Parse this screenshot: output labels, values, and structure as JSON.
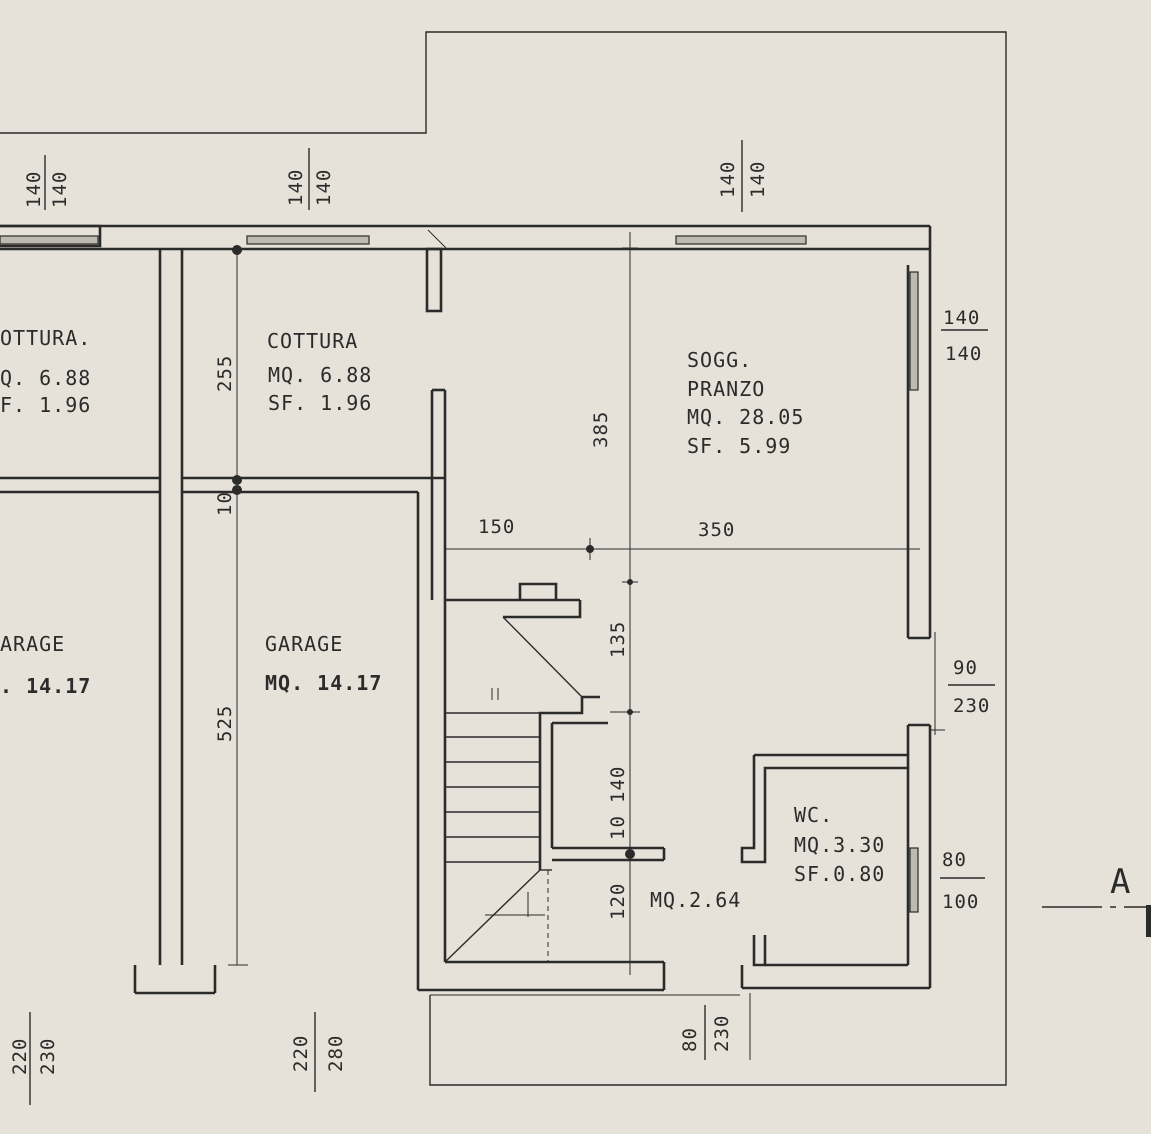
{
  "rooms": {
    "cottura_left": {
      "name": "OTTURA.",
      "area": "Q. 6.88",
      "sf": "F. 1.96"
    },
    "cottura": {
      "name": "COTTURA",
      "area": "MQ. 6.88",
      "sf": "SF. 1.96"
    },
    "garage_left": {
      "name": "ARAGE",
      "area": ". 14.17"
    },
    "garage": {
      "name": "GARAGE",
      "area": "MQ. 14.17"
    },
    "soggiorno": {
      "name1": "SOGG.",
      "name2": "PRANZO",
      "area": "MQ. 28.05",
      "sf": "SF. 5.99"
    },
    "wc": {
      "name": "WC.",
      "area": "MQ.3.30",
      "sf": "SF.0.80"
    },
    "stair_landing": {
      "area": "MQ.2.64"
    }
  },
  "dimensions": {
    "top_window_1": {
      "top": "140",
      "bottom": "140"
    },
    "top_window_2": {
      "top": "140",
      "bottom": "140"
    },
    "top_window_3": {
      "top": "140",
      "bottom": "140"
    },
    "right_window_1": {
      "top": "140",
      "bottom": "140"
    },
    "right_door": {
      "top": "90",
      "bottom": "230"
    },
    "right_window_2": {
      "top": "80",
      "bottom": "100"
    },
    "bottom_left": {
      "top": "220",
      "bottom": "230"
    },
    "bottom_mid": {
      "top": "220",
      "bottom": "280"
    },
    "bottom_right": {
      "top": "80",
      "bottom": "230"
    },
    "v_255": "255",
    "v_10_upper": "10",
    "v_525": "525",
    "v_385": "385",
    "v_135": "135",
    "v_140": "140",
    "v_10_lower": "10",
    "v_120": "120",
    "h_150": "150",
    "h_350": "350"
  },
  "section_marker": "A"
}
